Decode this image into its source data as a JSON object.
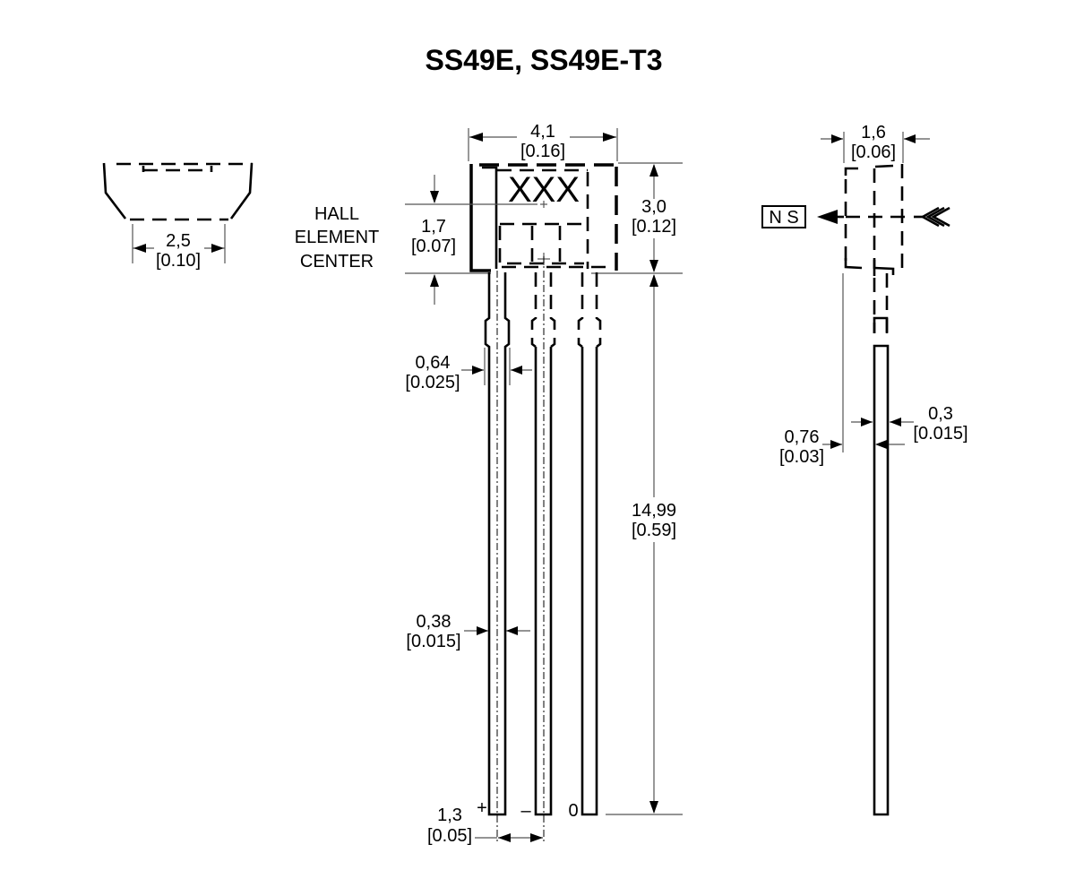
{
  "title": "SS49E, SS49E-T3",
  "bottom_view": {
    "width_mm": "2,5",
    "width_in": "[0.10]"
  },
  "front_view": {
    "body_width_mm": "4,1",
    "body_width_in": "[0.16]",
    "body_height_mm": "3,0",
    "body_height_in": "[0.12]",
    "marking": "XXX",
    "hall_label_line1": "HALL",
    "hall_label_line2": "ELEMENT",
    "hall_label_line3": "CENTER",
    "hall_offset_mm": "1,7",
    "hall_offset_in": "[0.07]",
    "lead_shoulder_mm": "0,64",
    "lead_shoulder_in": "[0.025]",
    "lead_width_mm": "0,38",
    "lead_width_in": "[0.015]",
    "lead_length_mm": "14,99",
    "lead_length_in": "[0.59]",
    "lead_pitch_mm": "1,3",
    "lead_pitch_in": "[0.05]",
    "pin_labels": [
      "+",
      "–",
      "0"
    ]
  },
  "side_view": {
    "thickness_mm": "1,6",
    "thickness_in": "[0.06]",
    "magnet_label": "N S",
    "lead_offset_mm": "0,76",
    "lead_offset_in": "[0.03]",
    "lead_thickness_mm": "0,3",
    "lead_thickness_in": "[0.015]"
  }
}
